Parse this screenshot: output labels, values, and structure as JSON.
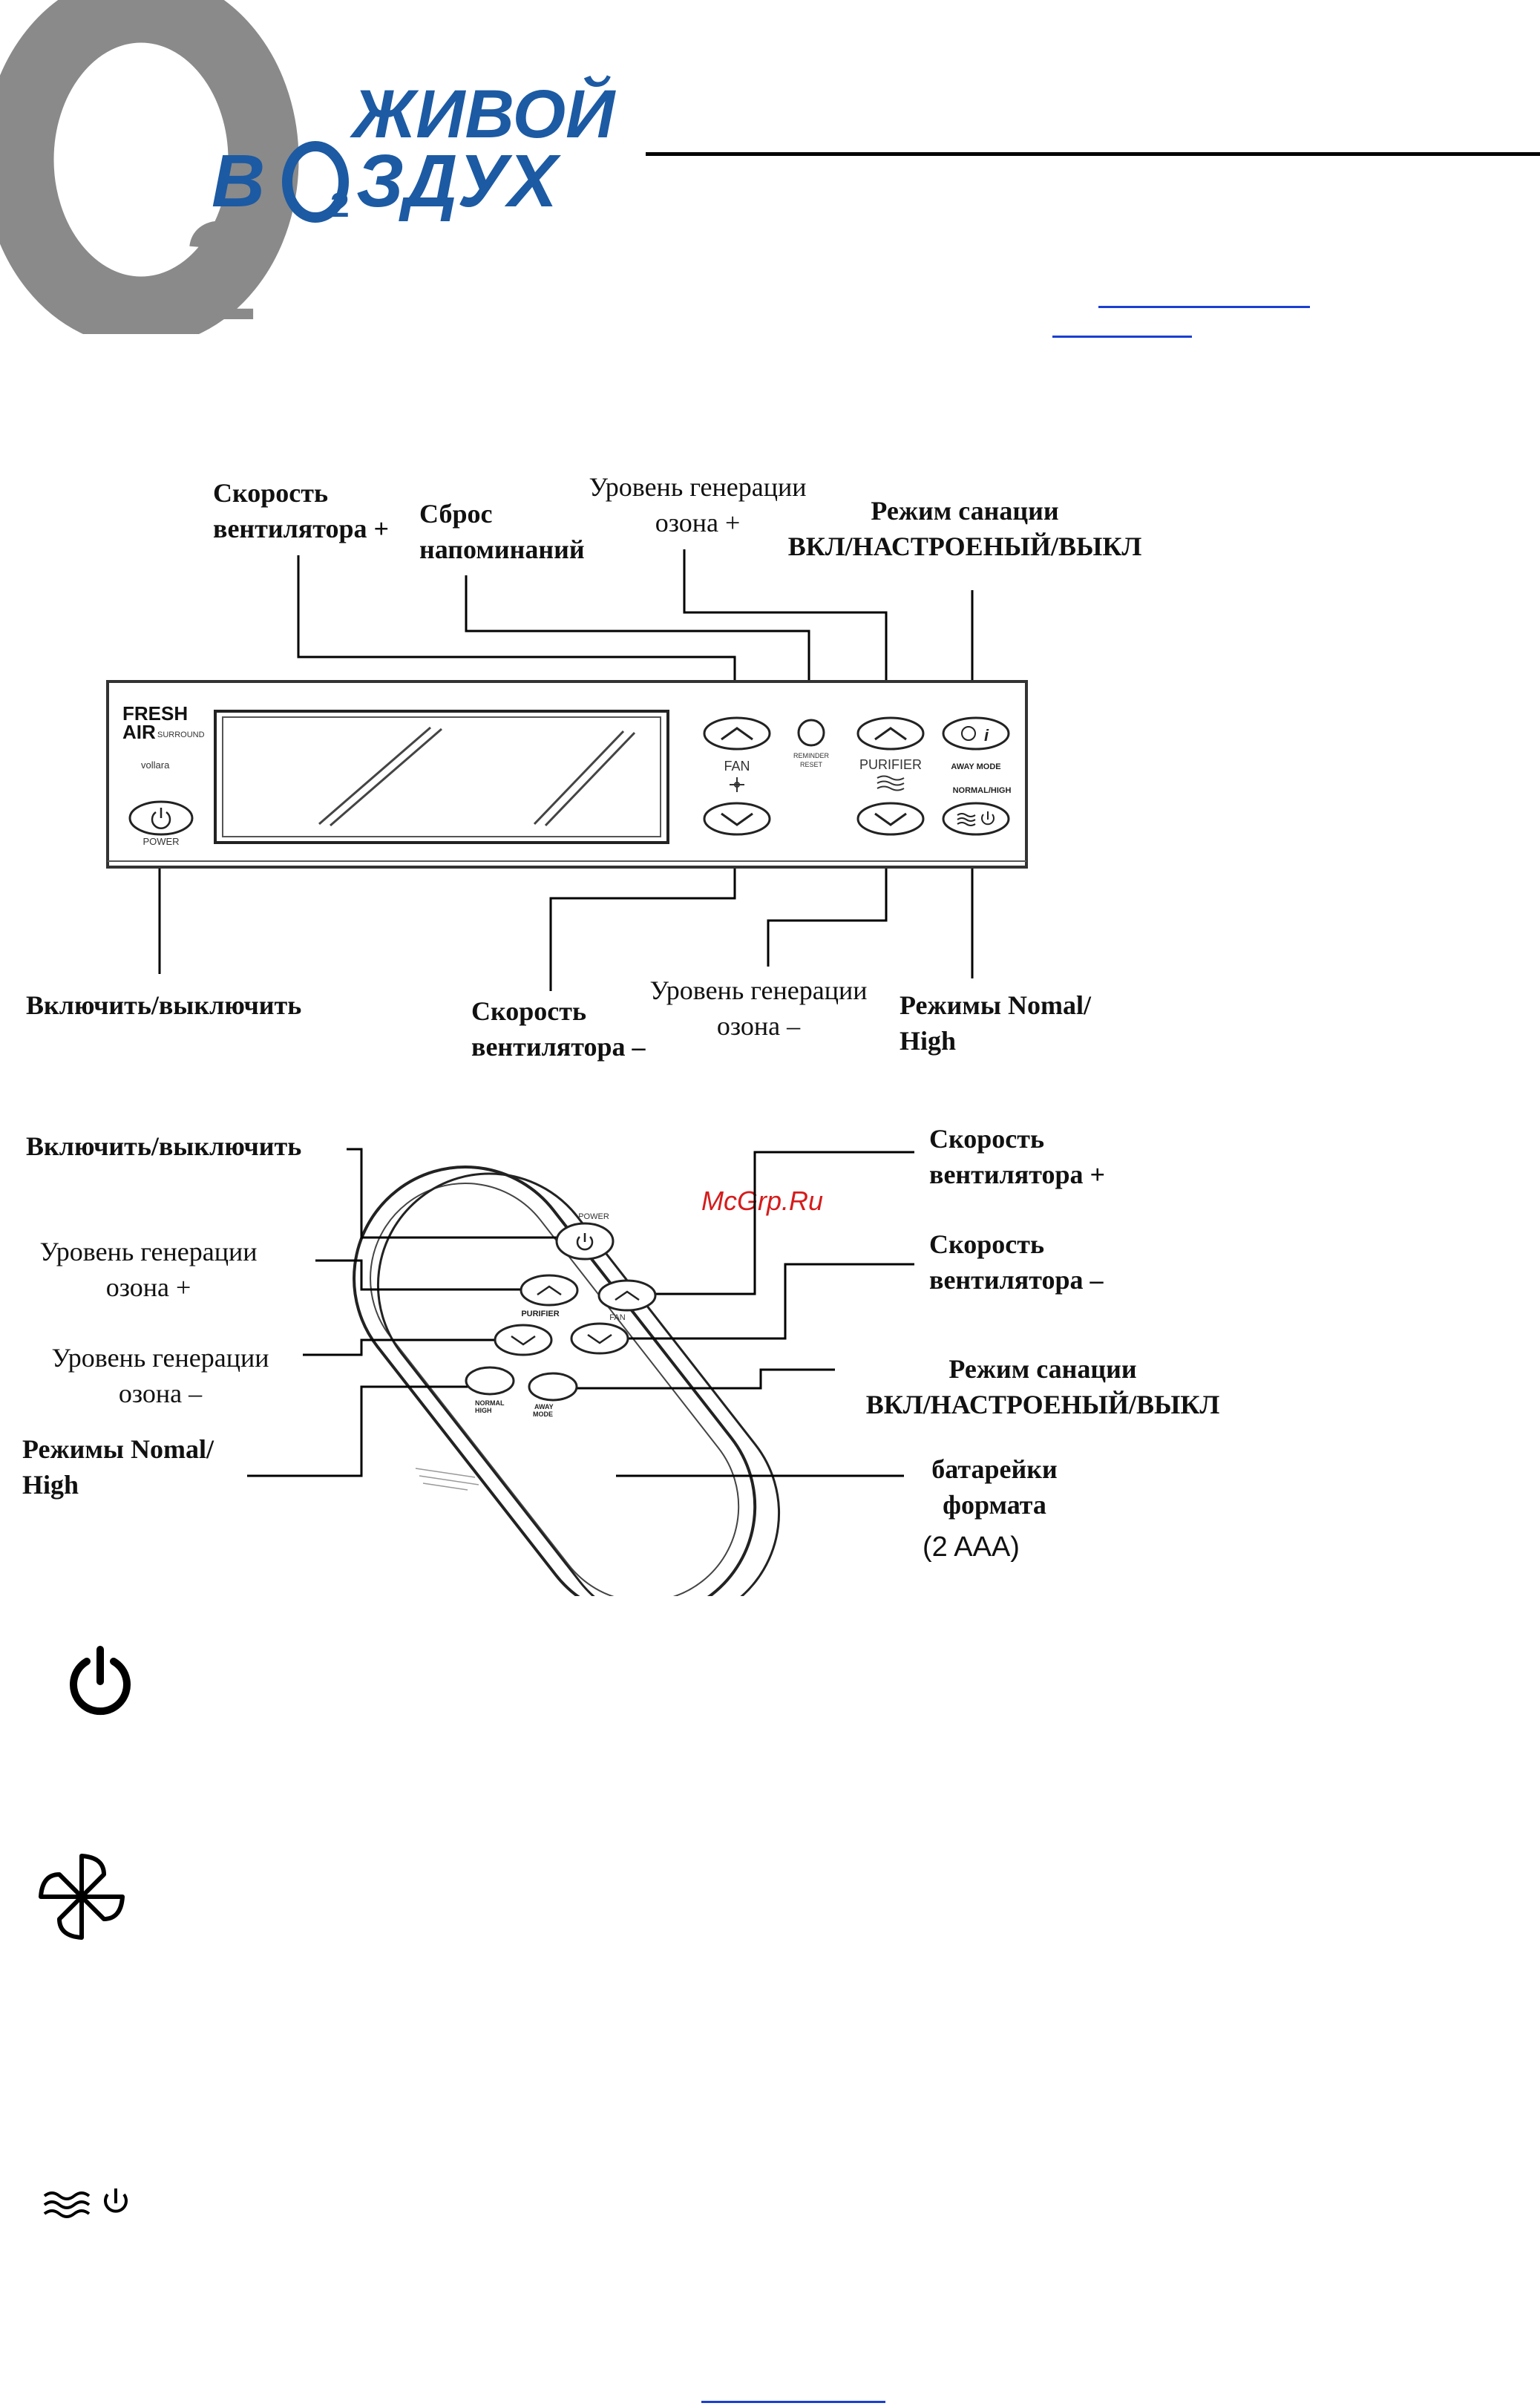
{
  "logo": {
    "big_letter": "O",
    "subscript": "2",
    "line1": "ЖИВОЙ",
    "line2_a": "В",
    "line2_o": "O",
    "line2_sub": "2",
    "line2_b": "ЗДУХ"
  },
  "panel_labels": {
    "fan_plus": [
      "Скорость",
      "вентилятора +"
    ],
    "reminder_reset": [
      "Сброс",
      "напоминаний"
    ],
    "ozone_plus": [
      "Уровень генерации",
      "озона  +"
    ],
    "sanitize_mode": [
      "Режим  санации",
      "ВКЛ/НАСТРОЕНЫЙ/ВЫКЛ"
    ],
    "power": "Включить/выключить",
    "fan_minus": [
      "Скорость",
      "вентилятора –"
    ],
    "ozone_minus": [
      "Уровень генерации",
      "озона  –"
    ],
    "normal_high": [
      "Режимы Nomal/",
      "High"
    ]
  },
  "panel_device": {
    "brand_line1": "FRESH",
    "brand_line2": "AIR",
    "brand_small": "SURROUND",
    "maker": "vollara",
    "power_label": "POWER",
    "fan_label": "FAN",
    "reminder_label": [
      "REMINDER",
      "RESET"
    ],
    "purifier_label": "PURIFIER",
    "away_label": "AWAY MODE",
    "normal_label": "NORMAL/HIGH"
  },
  "remote_labels": {
    "power": "Включить/выключить",
    "ozone_plus": [
      "Уровень генерации",
      "озона  +"
    ],
    "ozone_minus": [
      "Уровень генерации",
      "озона  –"
    ],
    "normal_high": [
      "Режимы Nomal/",
      "High"
    ],
    "fan_plus": [
      "Скорость",
      "вентилятора +"
    ],
    "fan_minus": [
      "Скорость",
      "вентилятора –"
    ],
    "sanitize_mode": [
      "Режим  санации",
      "ВКЛ/НАСТРОЕНЫЙ/ВЫКЛ"
    ],
    "batteries": [
      "батарейки",
      "формата"
    ],
    "batteries_type": "(2 AAA)"
  },
  "remote_device": {
    "power_label": "POWER",
    "purifier_label": "PURIFIER",
    "fan_label": "FAN",
    "normal_label": [
      "NORMAL",
      "HIGH"
    ],
    "away_label": [
      "AWAY",
      "MODE"
    ]
  },
  "watermark": "McGrp.Ru",
  "colors": {
    "logo_blue": "#1c5aa3",
    "logo_gray": "#8a8a8a",
    "watermark_red": "#d61b1b",
    "link_blue": "#1a3fd1"
  }
}
